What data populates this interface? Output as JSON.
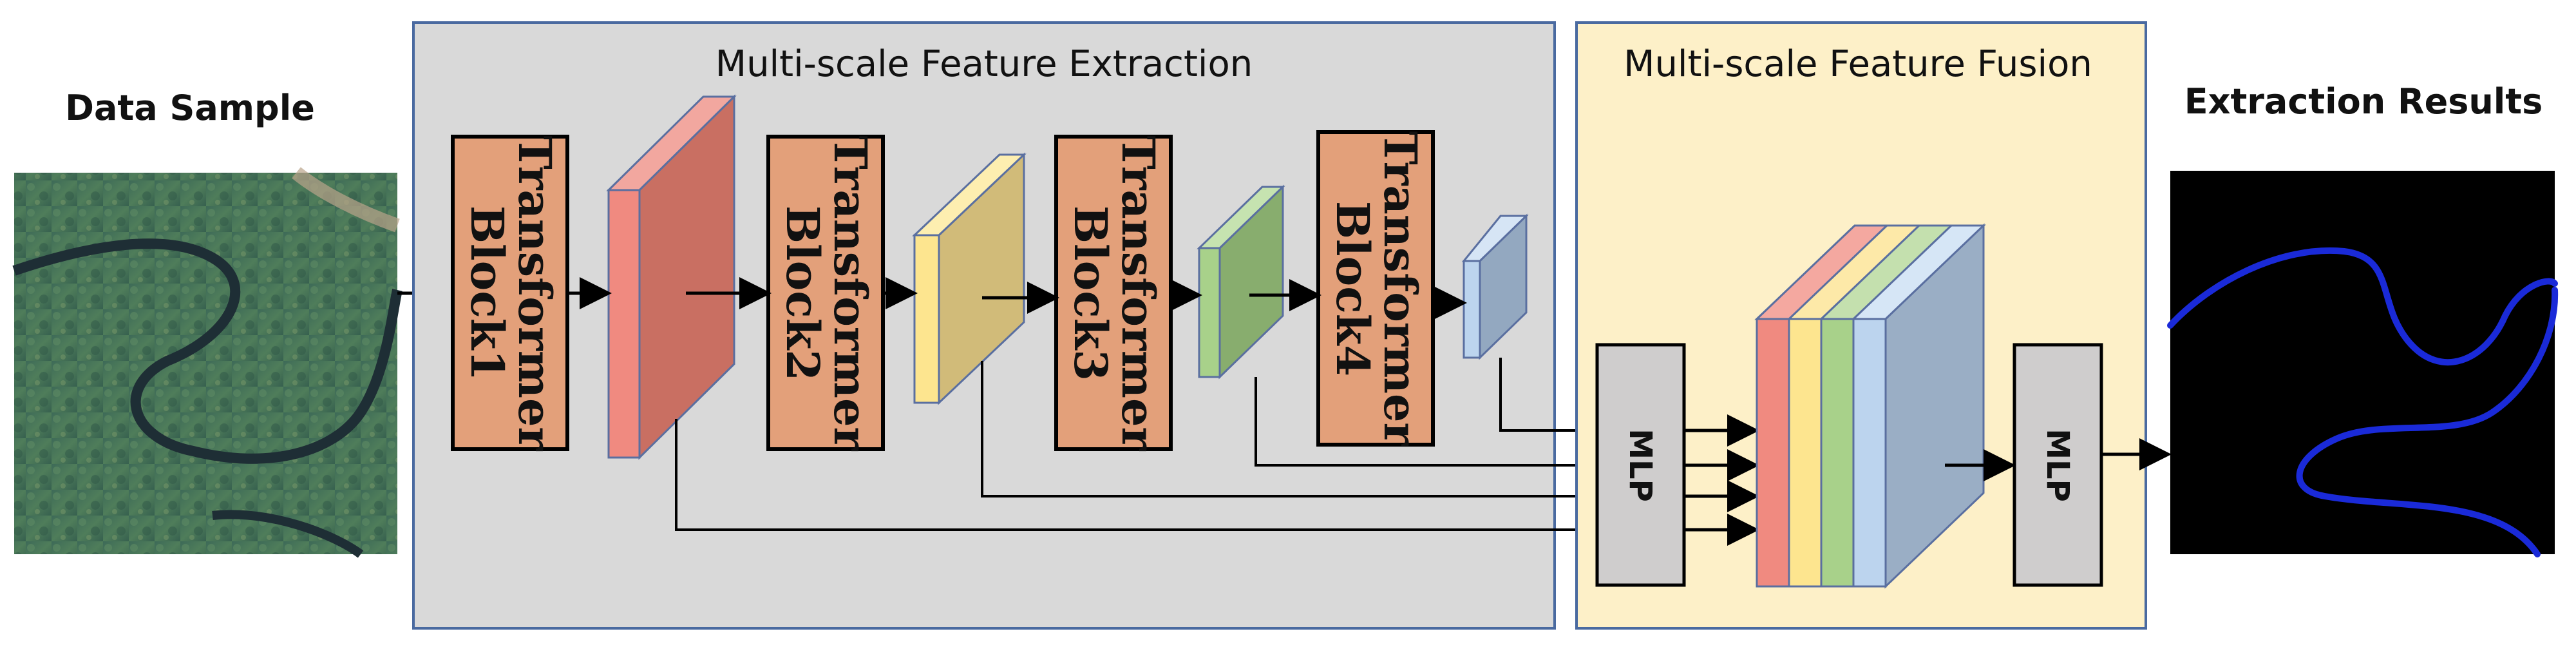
{
  "titles": {
    "data_sample": "Data Sample",
    "extraction_panel": "Multi-scale Feature Extraction",
    "fusion_panel": "Multi-scale Feature Fusion",
    "results": "Extraction Results"
  },
  "blocks": [
    {
      "line1": "Transformer",
      "line2": "Block1"
    },
    {
      "line1": "Transformer",
      "line2": "Block2"
    },
    {
      "line1": "Transformer",
      "line2": "Block3"
    },
    {
      "line1": "Transformer",
      "line2": "Block4"
    }
  ],
  "mlp": [
    "MLP",
    "MLP"
  ],
  "colors": {
    "extraction_bg": "#d9d9d9",
    "fusion_bg": "#fdf0c8",
    "panel_border": "#4a6aa0",
    "block_fill": "#e3a07a",
    "mlp_fill": "#cfcdcd",
    "feature_red": "#f08a80",
    "feature_yellow": "#fde58f",
    "feature_green": "#a8d18a",
    "feature_blue": "#bcd4ee",
    "result_bg": "#000000",
    "river_line": "#1a2ad8"
  }
}
